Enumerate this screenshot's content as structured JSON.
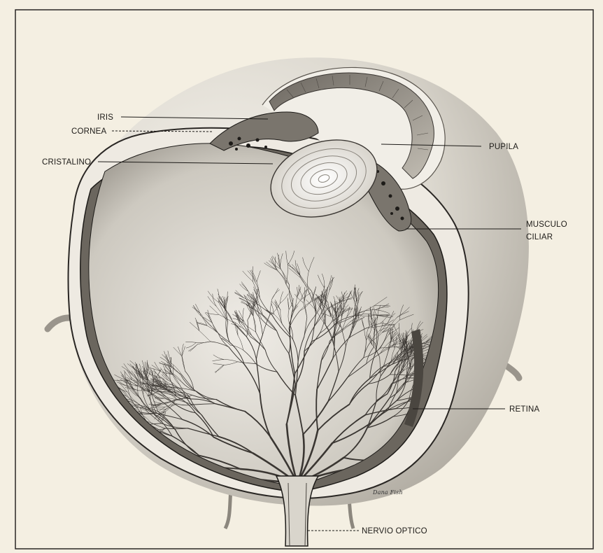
{
  "labels": {
    "iris": "IRIS",
    "cornea": "CORNEA",
    "cristalino": "CRISTALINO",
    "pupila": "PUPILA",
    "musculo_line1": "MUSCULO",
    "musculo_line2": "CILIAR",
    "retina": "RETINA",
    "nervio_optico": "NERVIO OPTICO"
  },
  "signature": "Dana Fish",
  "colors": {
    "paper": "#f4efe2",
    "ink": "#1d1b18",
    "shade": "#c9c5bd",
    "vessel": "#3a3632"
  }
}
